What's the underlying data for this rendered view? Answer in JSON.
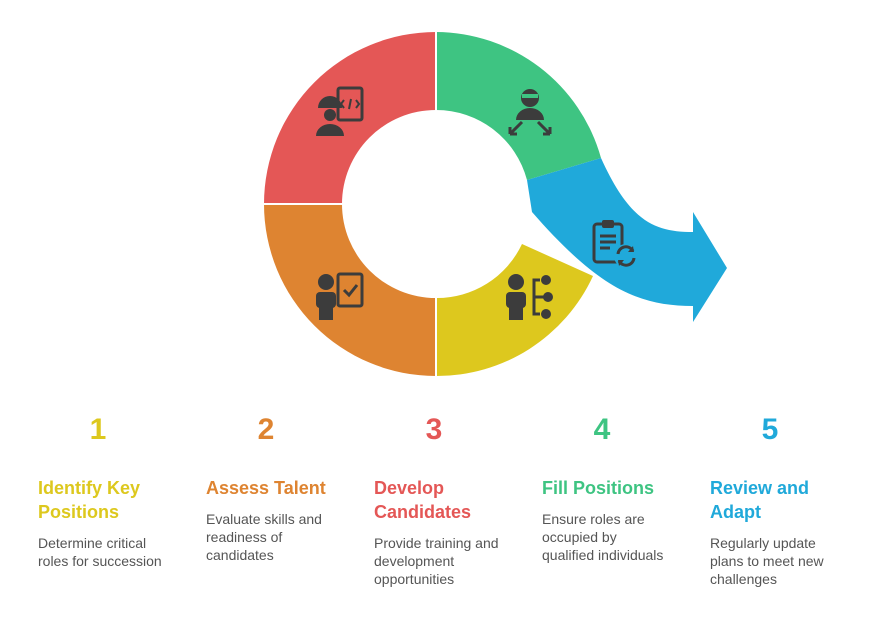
{
  "colors": {
    "yellow": "#DDC81E",
    "orange": "#DE8431",
    "red": "#E45756",
    "green": "#3EC482",
    "blue": "#20A9DA",
    "icon": "#3C3C3C"
  },
  "segments": [
    {
      "id": "red",
      "icon": "engineer-code-icon"
    },
    {
      "id": "green",
      "icon": "person-arrows-icon"
    },
    {
      "id": "orange",
      "icon": "person-checklist-icon"
    },
    {
      "id": "yellow",
      "icon": "person-branch-icon"
    },
    {
      "id": "blue",
      "icon": "clipboard-refresh-icon"
    }
  ],
  "steps": [
    {
      "number": "1",
      "title_line1": "Identify Key",
      "title_line2": "Positions",
      "desc_line1": "Determine critical",
      "desc_line2": "roles for succession",
      "desc_line3": "",
      "color": "#DDC81E"
    },
    {
      "number": "2",
      "title_line1": "Assess Talent",
      "title_line2": "",
      "desc_line1": "Evaluate skills and",
      "desc_line2": "readiness of",
      "desc_line3": "candidates",
      "color": "#DE8431"
    },
    {
      "number": "3",
      "title_line1": "Develop",
      "title_line2": "Candidates",
      "desc_line1": "Provide training and",
      "desc_line2": "development",
      "desc_line3": "opportunities",
      "color": "#E45756"
    },
    {
      "number": "4",
      "title_line1": "Fill Positions",
      "title_line2": "",
      "desc_line1": "Ensure roles are",
      "desc_line2": "occupied by",
      "desc_line3": "qualified individuals",
      "color": "#3EC482"
    },
    {
      "number": "5",
      "title_line1": "Review and",
      "title_line2": "Adapt",
      "desc_line1": "Regularly update",
      "desc_line2": "plans to meet new",
      "desc_line3": "challenges",
      "color": "#20A9DA"
    }
  ]
}
